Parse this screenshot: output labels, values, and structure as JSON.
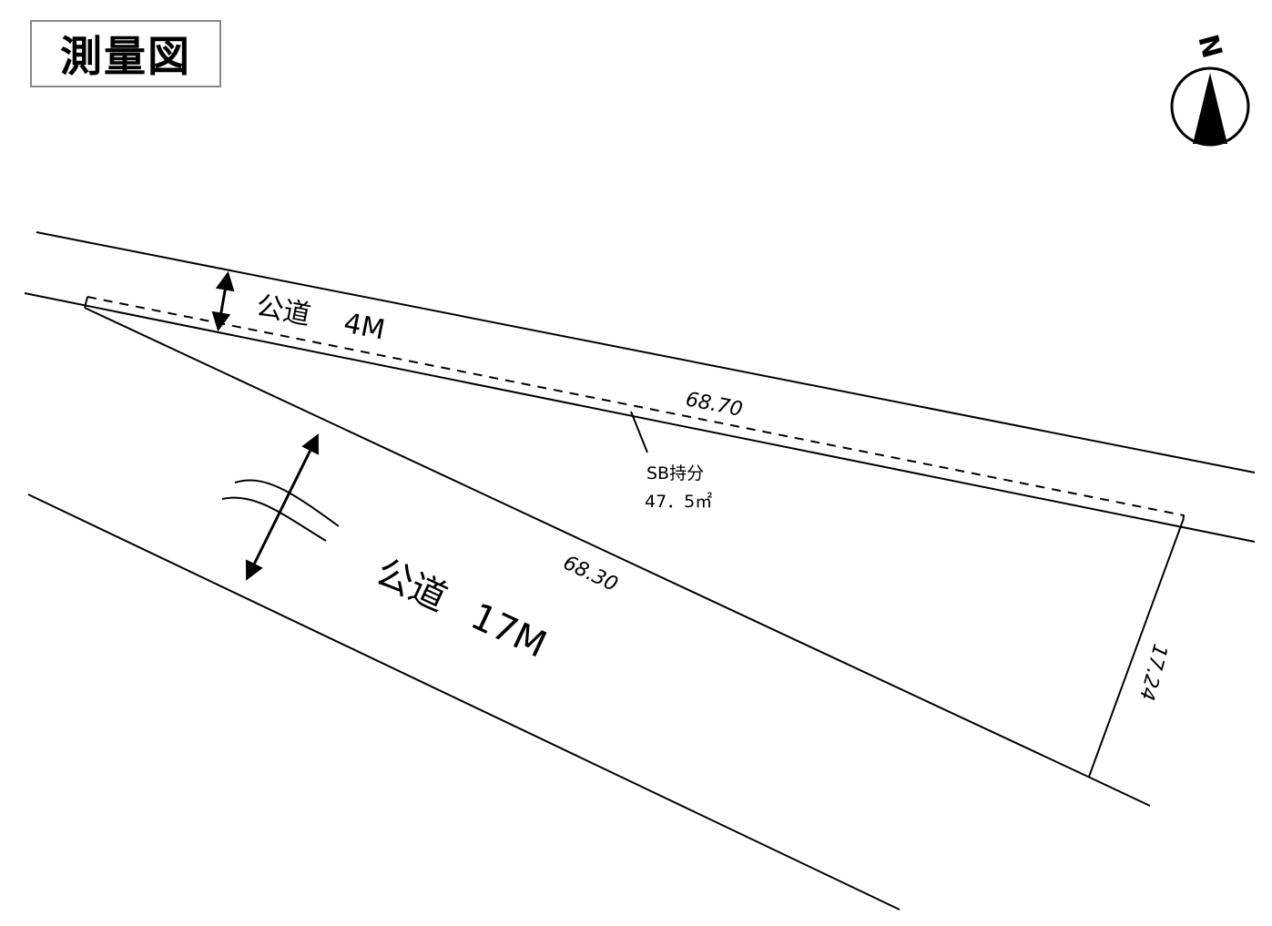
{
  "title": "測量図",
  "compass": {
    "north_label": "N"
  },
  "roads": {
    "road_4m": {
      "name": "公道",
      "width_label": "4M"
    },
    "road_17m": {
      "name": "公道",
      "width_label": "17M"
    }
  },
  "dimensions": {
    "top_edge": "68.70",
    "bottom_edge": "68.30",
    "right_edge": "17.24"
  },
  "share_note": {
    "line1": "SB持分",
    "line2": "47．5㎡"
  },
  "colors": {
    "line": "#000000",
    "frame": "#888888"
  }
}
